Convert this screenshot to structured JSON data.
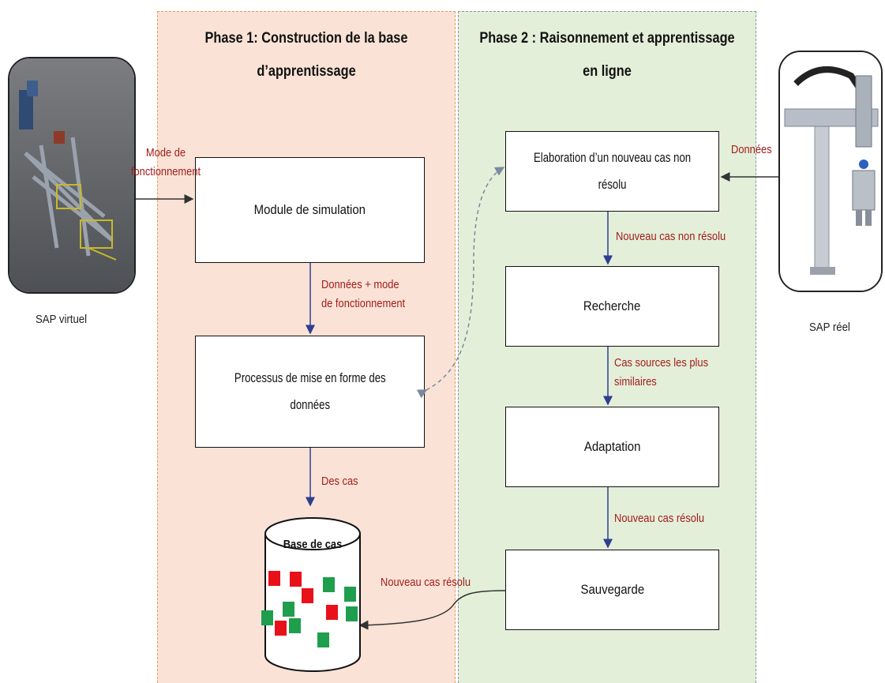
{
  "phases": {
    "phase1": {
      "title_line1": "Phase 1: Construction de la base",
      "title_line2": "d’apprentissage"
    },
    "phase2": {
      "title_line1": "Phase 2 : Raisonnement et apprentissage",
      "title_line2": "en ligne"
    }
  },
  "systems": {
    "virtual": {
      "caption": "SAP virtuel",
      "icon": "virtual-machine-render"
    },
    "real": {
      "caption": "SAP réel",
      "icon": "linear-axis-gantry-photo"
    }
  },
  "boxes": {
    "simulation": {
      "label": "Module de simulation"
    },
    "formatting": {
      "line1": "Processus de mise en forme des",
      "line2": "données"
    },
    "elaboration": {
      "line1": "Elaboration d’un nouveau cas non",
      "line2": "résolu"
    },
    "recherche": {
      "label": "Recherche"
    },
    "adaptation": {
      "label": "Adaptation"
    },
    "sauvegarde": {
      "label": "Sauvegarde"
    }
  },
  "case_base": {
    "label": "Base de cas",
    "square_colors": [
      "#e8111a",
      "#e8111a",
      "#1f9f4e",
      "#e8111a",
      "#1f9f4e",
      "#1f9f4e",
      "#e8111a",
      "#1f9f4e",
      "#1f9f4e",
      "#1f9f4e",
      "#e8111a",
      "#1f9f4e"
    ]
  },
  "flow_labels": {
    "mode_line1": "Mode de",
    "mode_line2": "fonctionnement",
    "donnees_mode_line1": "Données + mode",
    "donnees_mode_line2": "de fonctionnement",
    "des_cas": "Des cas",
    "donnees": "Données",
    "nouveau_non_resolu": "Nouveau cas non résolu",
    "cas_sources_line1": "Cas sources les plus",
    "cas_sources_line2": "similaires",
    "nouveau_resolu": "Nouveau cas résolu",
    "nouveau_resolu_save": "Nouveau cas résolu"
  },
  "colors": {
    "phase1_bg": "#fae3d6",
    "phase2_bg": "#e3efd9",
    "label_red": "#a31c1c",
    "arrow_blue": "#2f3f8f",
    "square_red": "#e8111a",
    "square_green": "#1f9f4e"
  }
}
